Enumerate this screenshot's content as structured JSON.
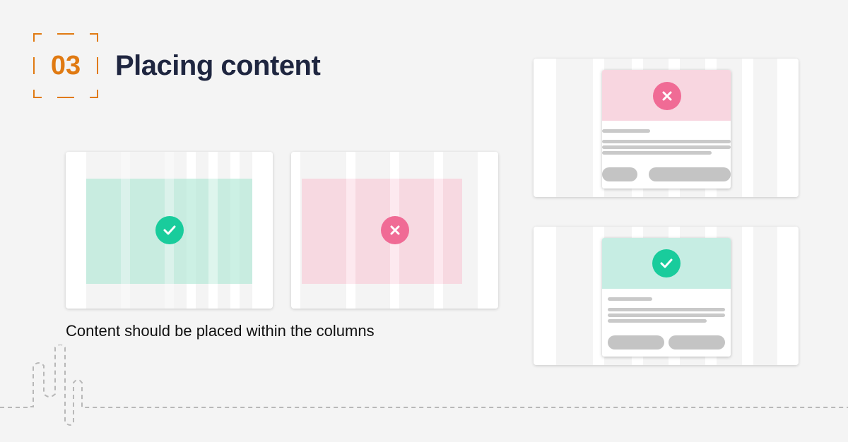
{
  "section": {
    "number": "03",
    "title": "Placing content"
  },
  "caption": "Content should be placed within the columns",
  "examples": [
    {
      "name": "content-within-columns",
      "status": "correct",
      "icon": "check-icon"
    },
    {
      "name": "content-misaligned",
      "status": "incorrect",
      "icon": "close-icon"
    },
    {
      "name": "card-misaligned",
      "status": "incorrect",
      "icon": "close-icon"
    },
    {
      "name": "card-within-columns",
      "status": "correct",
      "icon": "check-icon"
    }
  ],
  "colors": {
    "accent_number": "#e07a12",
    "title": "#1f2640",
    "correct": "#19cc9c",
    "incorrect": "#f06b95"
  }
}
